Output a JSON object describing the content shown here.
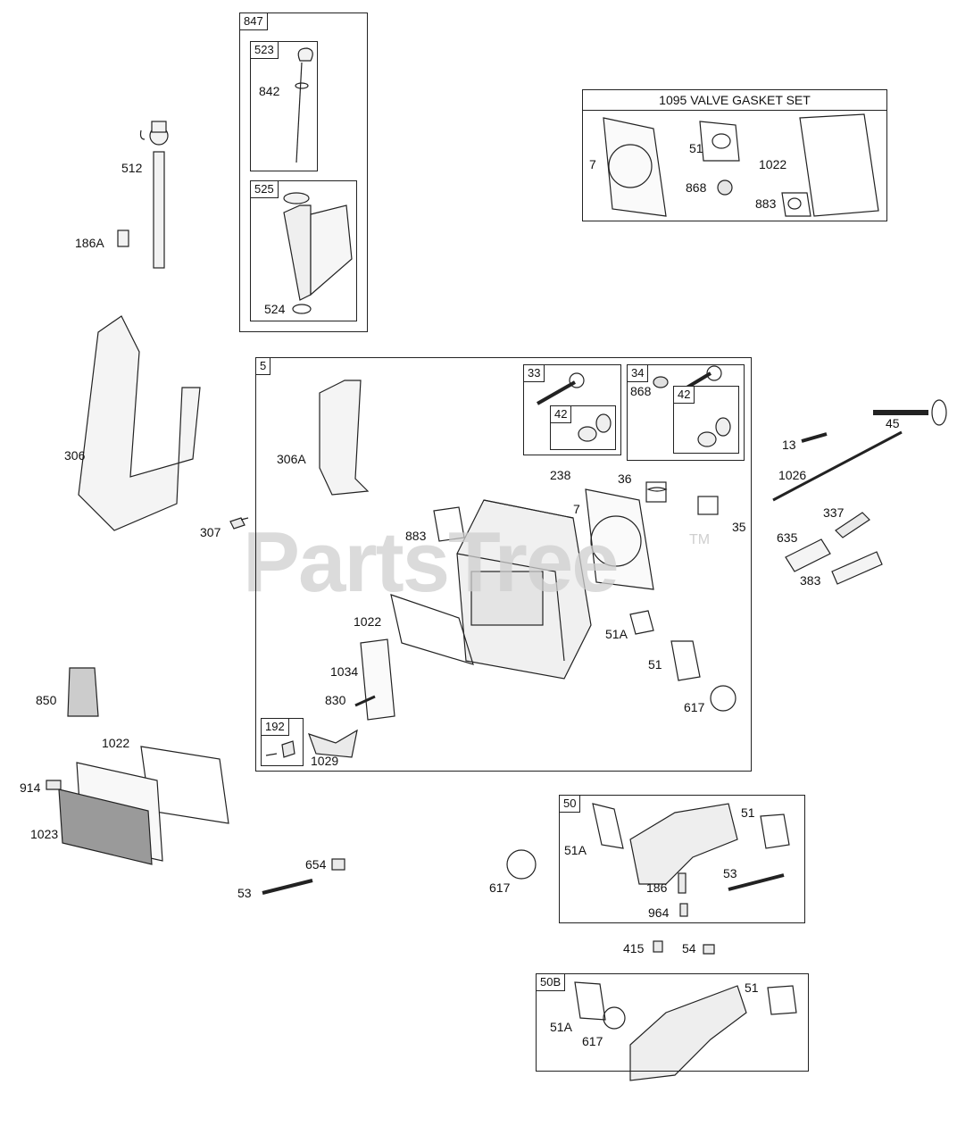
{
  "watermark": {
    "text": "PartsTree",
    "mark": "TM"
  },
  "boxes": {
    "b847": "847",
    "b523": "523",
    "b525": "525",
    "gasket_set": "1095 VALVE GASKET SET",
    "b5": "5",
    "b33": "33",
    "b34": "34",
    "b42a": "42",
    "b42b": "42",
    "b192": "192",
    "b50": "50",
    "b50B": "50B"
  },
  "labels": {
    "p512": "512",
    "p186A": "186A",
    "p842": "842",
    "p524": "524",
    "gs7": "7",
    "gs51": "51",
    "gs868": "868",
    "gs1022": "1022",
    "gs883": "883",
    "p306": "306",
    "p306A": "306A",
    "p307": "307",
    "p238": "238",
    "p36": "36",
    "p7": "7",
    "p35": "35",
    "p868": "868",
    "p883": "883",
    "p1022": "1022",
    "p51A": "51A",
    "p51": "51",
    "p1034": "1034",
    "p830": "830",
    "p617": "617",
    "p1029": "1029",
    "p13": "13",
    "p45": "45",
    "p1026": "1026",
    "p337": "337",
    "p635": "635",
    "p383": "383",
    "p850": "850",
    "p1022b": "1022",
    "p914": "914",
    "p1023": "1023",
    "p654": "654",
    "p53": "53",
    "p617b": "617",
    "b50_51A": "51A",
    "b50_51": "51",
    "b50_186": "186",
    "b50_53": "53",
    "b50_964": "964",
    "p415": "415",
    "p54": "54",
    "b50B_51A": "51A",
    "b50B_617": "617",
    "b50B_51": "51"
  }
}
